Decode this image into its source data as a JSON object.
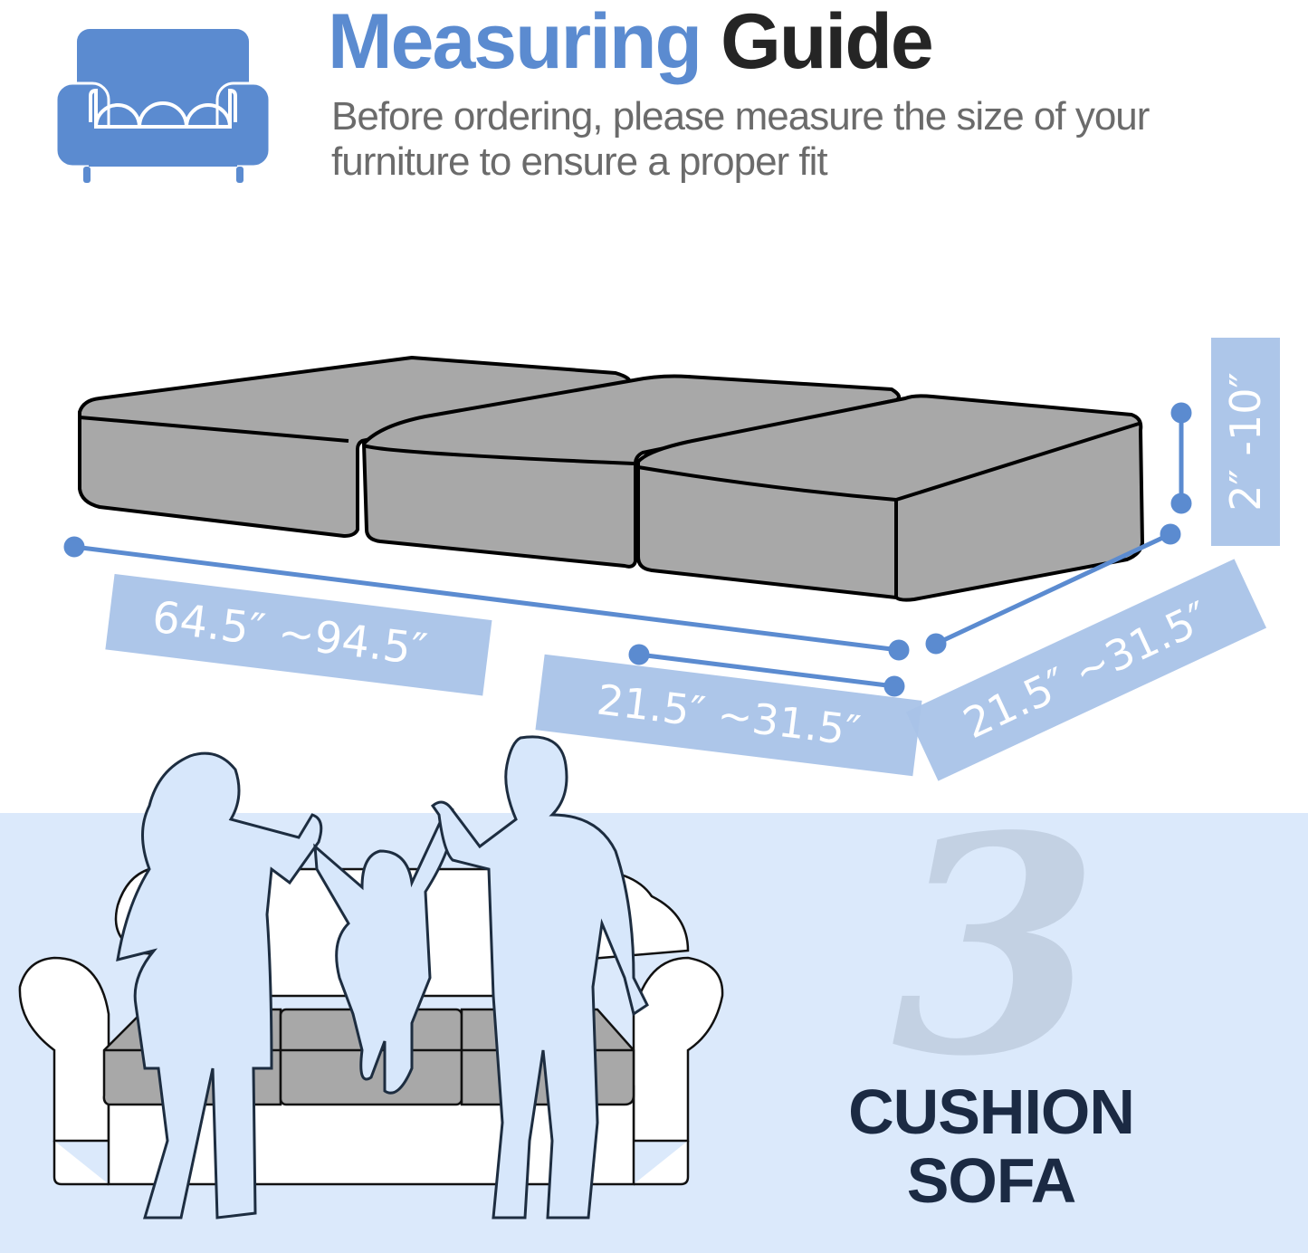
{
  "header": {
    "title_part1": "Measuring",
    "title_part2": "Guide",
    "subtitle_line1": "Before ordering, please measure the size of your",
    "subtitle_line2": "furniture to ensure a proper fit",
    "icon": "sofa-icon"
  },
  "dimensions": {
    "length": "64.5″  ~94.5″",
    "cushion_width": "21.5″  ~31.5″",
    "depth": "21.5″  ~31.5″",
    "height": "2″ -10″"
  },
  "badge": {
    "number": "3",
    "line1": "CUSHION",
    "line2": "SOFA"
  },
  "colors": {
    "accent_blue": "#5b8bd0",
    "title_dark": "#252525",
    "subtitle_gray": "#6b6b6b",
    "cushion_gray": "#a8a8a8",
    "label_blue": "#a9c3e8",
    "bottom_bg": "#dbe9fb",
    "badge_dark": "#1b2a43"
  }
}
